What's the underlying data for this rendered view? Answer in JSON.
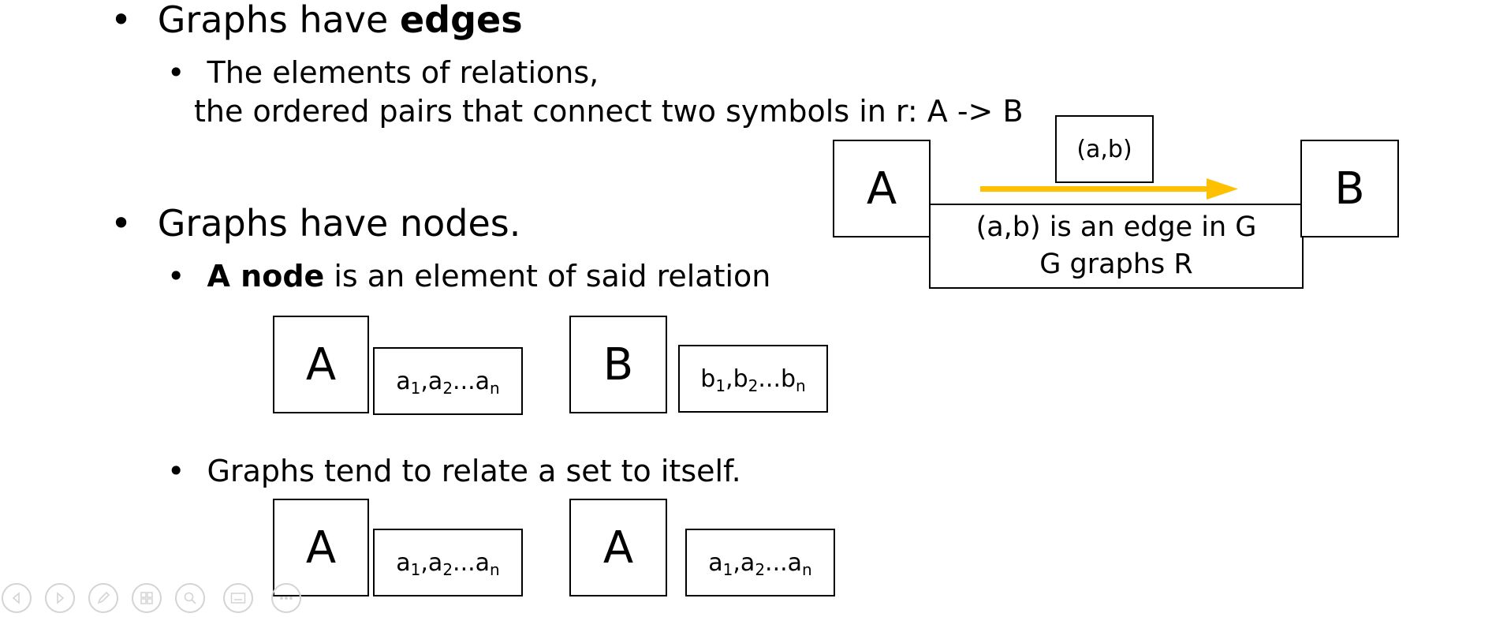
{
  "bullets": {
    "edges": {
      "prefix": "Graphs have ",
      "bold": "edges"
    },
    "edges_sub_line1": "The elements of relations,",
    "edges_sub_line2": "the ordered pairs that connect two symbols in r: A -> B",
    "nodes": "Graphs have nodes.",
    "node_def_bold": "A node",
    "node_def_rest": " is an element of said relation",
    "itself": "Graphs tend to relate a set to itself."
  },
  "bullet_char": "•",
  "edge_diagram": {
    "from": "A",
    "to": "B",
    "pair_label": "(a,b)",
    "caption_line1": "(a,b) is an edge in G",
    "caption_line2": "G graphs R",
    "arrow_color": "#FFC000"
  },
  "row1": {
    "left_label": "A",
    "left_set": {
      "e1": "a",
      "s1": "1",
      "e2": "a",
      "s2": "2",
      "dots": "...",
      "e3": "a",
      "s3": "n"
    },
    "right_label": "B",
    "right_set": {
      "e1": "b",
      "s1": "1",
      "e2": "b",
      "s2": "2",
      "dots": "...",
      "e3": "b",
      "s3": "n"
    }
  },
  "row2": {
    "left_label": "A",
    "left_set": {
      "e1": "a",
      "s1": "1",
      "e2": "a",
      "s2": "2",
      "dots": "...",
      "e3": "a",
      "s3": "n"
    },
    "right_label": "A",
    "right_set": {
      "e1": "a",
      "s1": "1",
      "e2": "a",
      "s2": "2",
      "dots": "...",
      "e3": "a",
      "s3": "n"
    }
  },
  "controls": [
    "previous-icon",
    "next-icon",
    "pen-icon",
    "slides-icon",
    "zoom-icon",
    "subtitles-icon",
    "more-icon"
  ],
  "control_color": "#d4d4d4"
}
